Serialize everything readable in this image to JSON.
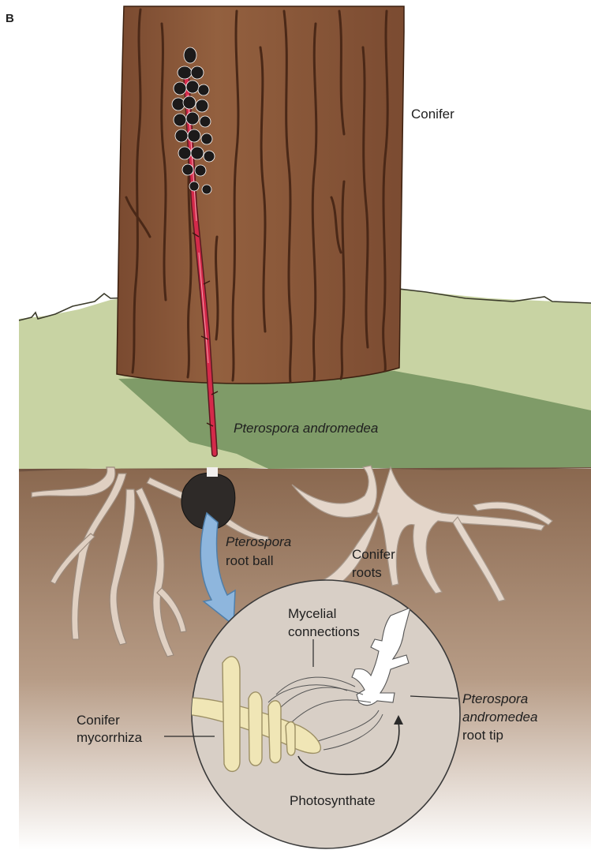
{
  "figure": {
    "panel_letter": "B",
    "labels": {
      "conifer": "Conifer",
      "pterospora_andromedea": "Pterospora andromedea",
      "root_ball_1": "Pterospora",
      "root_ball_2": "root ball",
      "conifer_roots_1": "Conifer",
      "conifer_roots_2": "roots",
      "mycelial_1": "Mycelial",
      "mycelial_2": "connections",
      "mycorrhiza_1": "Conifer",
      "mycorrhiza_2": "mycorrhiza",
      "root_tip_1": "Pterospora",
      "root_tip_2": "andromedea",
      "root_tip_3": "root tip",
      "photosynthate": "Photosynthate"
    }
  },
  "colors": {
    "bark": "#8a5538",
    "bark_dark": "#4e2a18",
    "grass": "#c9d4a4",
    "shadow": "#7d9a66",
    "soil": "#8e6c55",
    "root": "#e1d2c6",
    "stem": "#d42a4a",
    "circle": "#d8cfc6",
    "mycorrhiza": "#f0e6b8",
    "arrow": "#8fb7de"
  }
}
